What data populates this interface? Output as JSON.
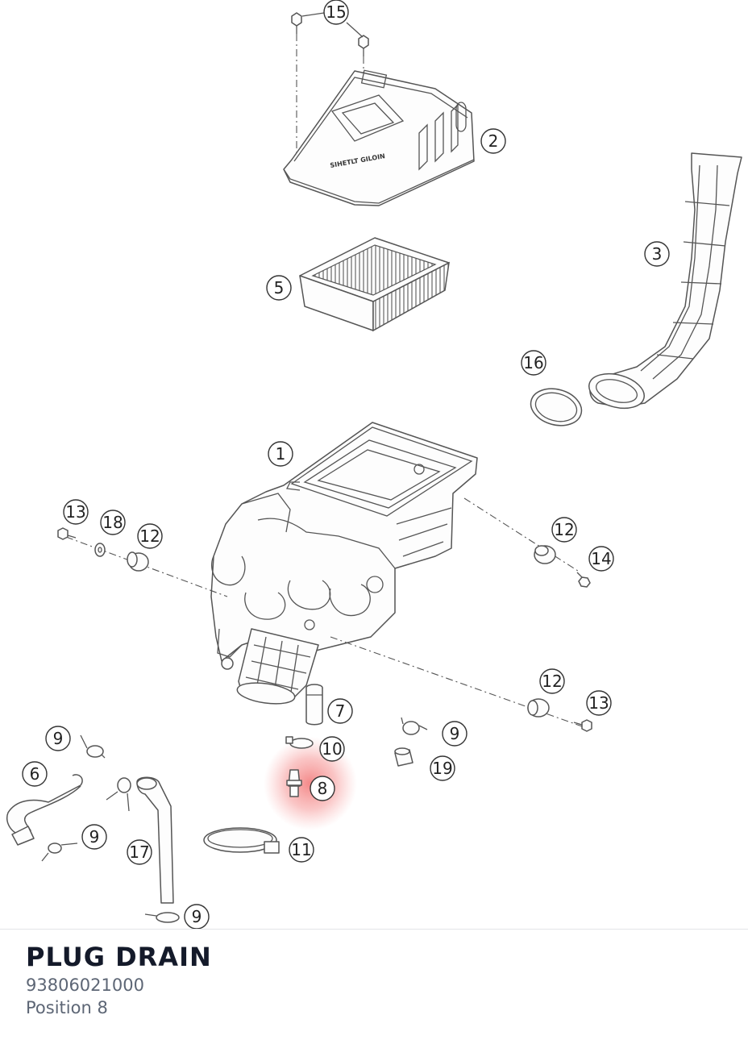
{
  "part": {
    "name": "PLUG DRAIN",
    "number": "93806021000",
    "position_label": "Position 8"
  },
  "diagram": {
    "callouts": [
      "15",
      "2",
      "3",
      "5",
      "16",
      "1",
      "13",
      "18",
      "12",
      "12",
      "14",
      "12",
      "13",
      "7",
      "10",
      "9",
      "9",
      "19",
      "6",
      "8",
      "9",
      "17",
      "11",
      "9"
    ],
    "highlighted_callout": "8",
    "cover_embossing": "SIHETLT GILOIN"
  },
  "colors": {
    "highlight": "#f08080",
    "title": "#141a2a",
    "subtitle": "#5d6675",
    "line": "#555555"
  }
}
